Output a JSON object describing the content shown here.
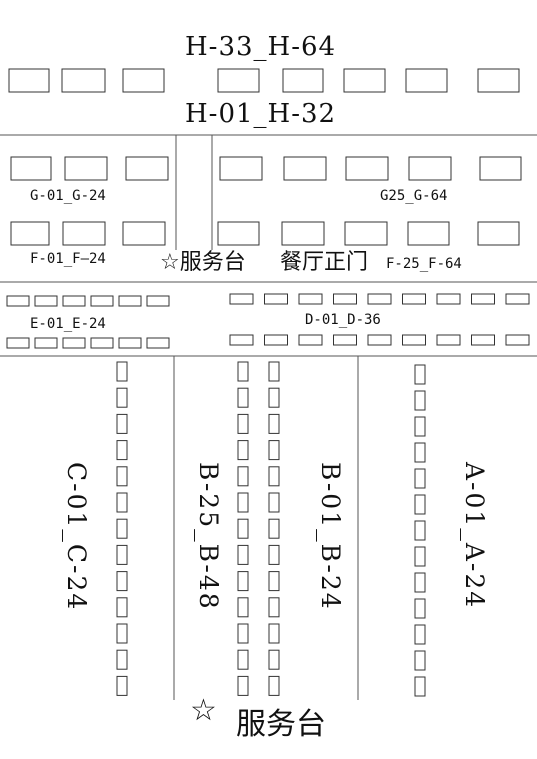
{
  "zones": {
    "h_top": "H-33_H-64",
    "h_bottom": "H-01_H-32",
    "g_left": "G-01_G-24",
    "g_right": "G25_G-64",
    "f_left": "F-01_F—24",
    "service_desk_mid": "☆服务台",
    "restaurant_entrance": "餐厅正门",
    "f_right": "F-25_F-64",
    "e_left": "E-01_E-24",
    "d_right": "D-01_D-36",
    "c_col": "C-01_C-24",
    "b_left_col": "B-25_B-48",
    "b_right_col": "B-01_B-24",
    "a_col": "A-01_A-24",
    "service_desk_bottom_star": "☆",
    "service_desk_bottom": "服务台"
  },
  "colors": {
    "line": "#555555",
    "booth": "#333333",
    "text": "#111111"
  }
}
